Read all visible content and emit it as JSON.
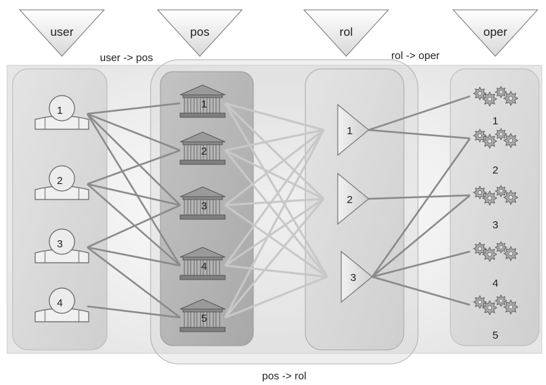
{
  "headers": {
    "user": "user",
    "pos": "pos",
    "rol": "rol",
    "oper": "oper"
  },
  "relations": {
    "user_pos": "user -> pos",
    "rol_oper": "rol -> oper",
    "pos_rol": "pos -> rol"
  },
  "users": [
    "1",
    "2",
    "3",
    "4"
  ],
  "positions": [
    "1",
    "2",
    "3",
    "4",
    "5"
  ],
  "roles": [
    "1",
    "2",
    "3"
  ],
  "operations": [
    "1",
    "2",
    "3",
    "4",
    "5"
  ],
  "edges": {
    "user_pos": [
      [
        "1",
        "1"
      ],
      [
        "1",
        "2"
      ],
      [
        "1",
        "3"
      ],
      [
        "1",
        "4"
      ],
      [
        "2",
        "2"
      ],
      [
        "2",
        "3"
      ],
      [
        "2",
        "4"
      ],
      [
        "3",
        "3"
      ],
      [
        "3",
        "4"
      ],
      [
        "3",
        "5"
      ],
      [
        "4",
        "5"
      ]
    ],
    "pos_rol": [
      [
        "1",
        "1"
      ],
      [
        "1",
        "2"
      ],
      [
        "1",
        "3"
      ],
      [
        "2",
        "1"
      ],
      [
        "2",
        "2"
      ],
      [
        "2",
        "3"
      ],
      [
        "3",
        "1"
      ],
      [
        "3",
        "2"
      ],
      [
        "3",
        "3"
      ],
      [
        "4",
        "1"
      ],
      [
        "4",
        "2"
      ],
      [
        "4",
        "3"
      ],
      [
        "5",
        "1"
      ],
      [
        "5",
        "2"
      ],
      [
        "5",
        "3"
      ]
    ],
    "rol_oper": [
      [
        "1",
        "1"
      ],
      [
        "1",
        "2"
      ],
      [
        "2",
        "3"
      ],
      [
        "3",
        "2"
      ],
      [
        "3",
        "3"
      ],
      [
        "3",
        "4"
      ],
      [
        "3",
        "5"
      ]
    ]
  },
  "colors": {
    "band": "#e8e8e8",
    "panel": "#d9d9d9",
    "panel_dark": "#b8b8b8",
    "edge": "#8a8a8a",
    "edge_faint": "#c8c8c8",
    "text": "#222222"
  }
}
